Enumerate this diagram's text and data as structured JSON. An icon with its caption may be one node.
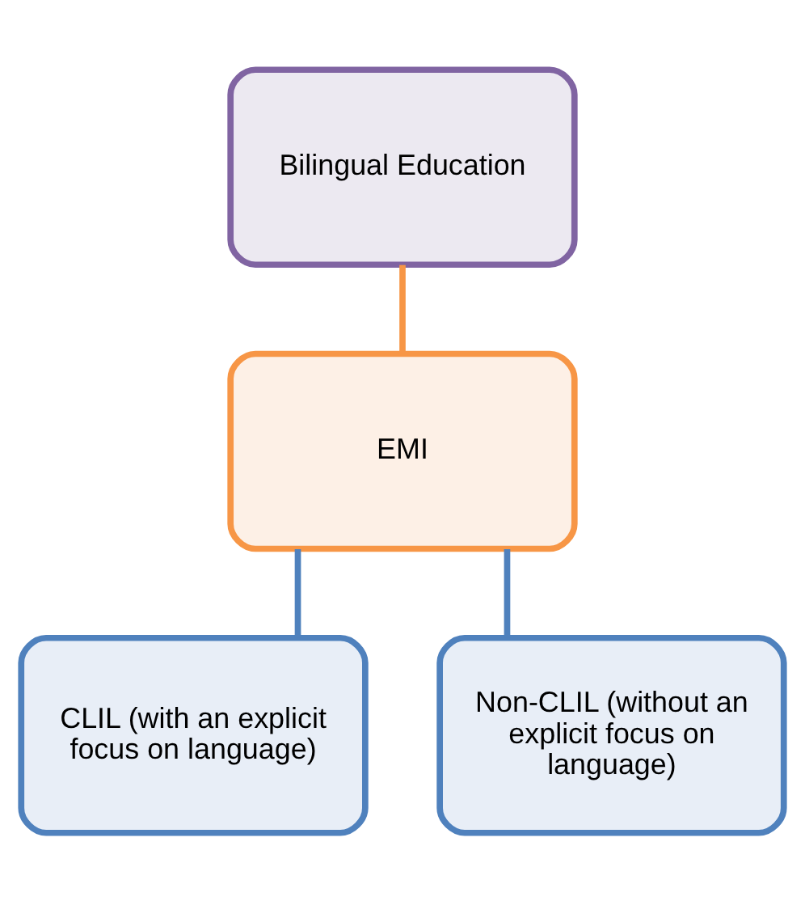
{
  "diagram": {
    "nodes": [
      {
        "text": [
          "Bilingual Education"
        ]
      },
      {
        "text": [
          "EMI"
        ]
      },
      {
        "text": [
          "CLIL (with an explicit focus on language)"
        ]
      },
      {
        "text": [
          "Non-CLIL (without an explicit focus on language)"
        ]
      }
    ],
    "edges": [
      {
        "from": 0,
        "to": 1,
        "arrow": "none",
        "color": "#f79646"
      },
      {
        "from": 1,
        "to": 2,
        "arrow": "none"
      },
      {
        "from": 1,
        "to": 3,
        "arrow": "none"
      }
    ]
  }
}
